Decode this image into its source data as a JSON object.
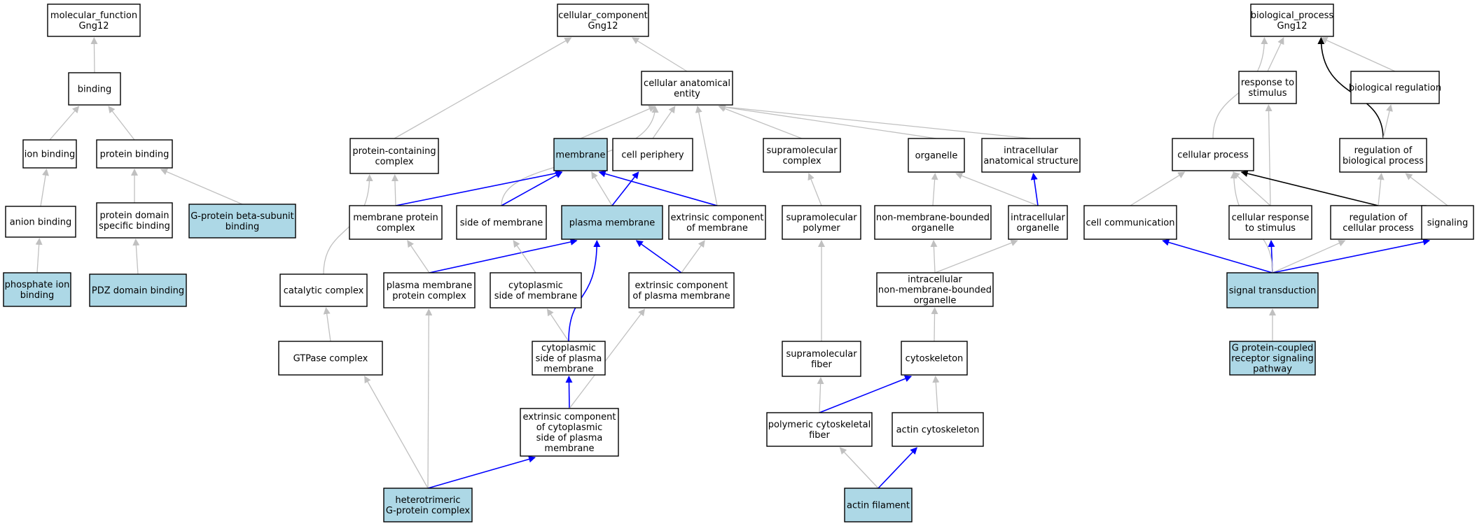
{
  "colors": {
    "highlight_fill": "#add8e6",
    "normal_fill": "#ffffff",
    "edge_gray": "#c0c0c0",
    "edge_blue": "#0000ff",
    "edge_black": "#000000"
  },
  "nodes": [
    {
      "id": "mf",
      "lines": [
        "molecular_function",
        "Gng12"
      ],
      "highlight": false
    },
    {
      "id": "binding",
      "lines": [
        "binding"
      ],
      "highlight": false
    },
    {
      "id": "ionb",
      "lines": [
        "ion binding"
      ],
      "highlight": false
    },
    {
      "id": "protb",
      "lines": [
        "protein binding"
      ],
      "highlight": false
    },
    {
      "id": "anionb",
      "lines": [
        "anion binding"
      ],
      "highlight": false
    },
    {
      "id": "pdsb",
      "lines": [
        "protein domain",
        "specific binding"
      ],
      "highlight": false
    },
    {
      "id": "gpbsb",
      "lines": [
        "G-protein beta-subunit",
        "binding"
      ],
      "highlight": true
    },
    {
      "id": "phosb",
      "lines": [
        "phosphate ion",
        "binding"
      ],
      "highlight": true
    },
    {
      "id": "pdzb",
      "lines": [
        "PDZ domain binding"
      ],
      "highlight": true
    },
    {
      "id": "cc",
      "lines": [
        "cellular_component",
        "Gng12"
      ],
      "highlight": false
    },
    {
      "id": "cae",
      "lines": [
        "cellular anatomical",
        "entity"
      ],
      "highlight": false
    },
    {
      "id": "pcc",
      "lines": [
        "protein-containing",
        "complex"
      ],
      "highlight": false
    },
    {
      "id": "mem",
      "lines": [
        "membrane"
      ],
      "highlight": true
    },
    {
      "id": "cper",
      "lines": [
        "cell periphery"
      ],
      "highlight": false
    },
    {
      "id": "supcx",
      "lines": [
        "supramolecular",
        "complex"
      ],
      "highlight": false
    },
    {
      "id": "org",
      "lines": [
        "organelle"
      ],
      "highlight": false
    },
    {
      "id": "iase",
      "lines": [
        "intracellular",
        "anatomical structure"
      ],
      "highlight": false
    },
    {
      "id": "mpc",
      "lines": [
        "membrane protein",
        "complex"
      ],
      "highlight": false
    },
    {
      "id": "som",
      "lines": [
        "side of membrane"
      ],
      "highlight": false
    },
    {
      "id": "pm",
      "lines": [
        "plasma membrane"
      ],
      "highlight": true
    },
    {
      "id": "ecom",
      "lines": [
        "extrinsic component",
        "of membrane"
      ],
      "highlight": false
    },
    {
      "id": "suppol",
      "lines": [
        "supramolecular",
        "polymer"
      ],
      "highlight": false
    },
    {
      "id": "nmbo",
      "lines": [
        "non-membrane-bounded",
        "organelle"
      ],
      "highlight": false
    },
    {
      "id": "io",
      "lines": [
        "intracellular",
        "organelle"
      ],
      "highlight": false
    },
    {
      "id": "catcx",
      "lines": [
        "catalytic complex"
      ],
      "highlight": false
    },
    {
      "id": "pmpc",
      "lines": [
        "plasma membrane",
        "protein complex"
      ],
      "highlight": false
    },
    {
      "id": "csom",
      "lines": [
        "cytoplasmic",
        "side of membrane"
      ],
      "highlight": false
    },
    {
      "id": "ecopm",
      "lines": [
        "extrinsic component",
        "of plasma membrane"
      ],
      "highlight": false
    },
    {
      "id": "inmbo",
      "lines": [
        "intracellular",
        "non-membrane-bounded",
        "organelle"
      ],
      "highlight": false
    },
    {
      "id": "gtpcx",
      "lines": [
        "GTPase complex"
      ],
      "highlight": false
    },
    {
      "id": "cspm",
      "lines": [
        "cytoplasmic",
        "side of plasma",
        "membrane"
      ],
      "highlight": false
    },
    {
      "id": "supfib",
      "lines": [
        "supramolecular",
        "fiber"
      ],
      "highlight": false
    },
    {
      "id": "cytosk",
      "lines": [
        "cytoskeleton"
      ],
      "highlight": false
    },
    {
      "id": "ecocspm",
      "lines": [
        "extrinsic component",
        "of cytoplasmic",
        "side of plasma",
        "membrane"
      ],
      "highlight": false
    },
    {
      "id": "pcf",
      "lines": [
        "polymeric cytoskeletal",
        "fiber"
      ],
      "highlight": false
    },
    {
      "id": "actsk",
      "lines": [
        "actin cytoskeleton"
      ],
      "highlight": false
    },
    {
      "id": "hgpc",
      "lines": [
        "heterotrimeric",
        "G-protein complex"
      ],
      "highlight": true
    },
    {
      "id": "actfil",
      "lines": [
        "actin filament"
      ],
      "highlight": true
    },
    {
      "id": "bp",
      "lines": [
        "biological_process",
        "Gng12"
      ],
      "highlight": false
    },
    {
      "id": "rts",
      "lines": [
        "response to",
        "stimulus"
      ],
      "highlight": false
    },
    {
      "id": "breg",
      "lines": [
        "biological regulation"
      ],
      "highlight": false
    },
    {
      "id": "cproc",
      "lines": [
        "cellular process"
      ],
      "highlight": false
    },
    {
      "id": "rbp",
      "lines": [
        "regulation of",
        "biological process"
      ],
      "highlight": false
    },
    {
      "id": "ccomm",
      "lines": [
        "cell communication"
      ],
      "highlight": false
    },
    {
      "id": "crts",
      "lines": [
        "cellular response",
        "to stimulus"
      ],
      "highlight": false
    },
    {
      "id": "rcp",
      "lines": [
        "regulation of",
        "cellular process"
      ],
      "highlight": false
    },
    {
      "id": "sig",
      "lines": [
        "signaling"
      ],
      "highlight": false
    },
    {
      "id": "sigtr",
      "lines": [
        "signal transduction"
      ],
      "highlight": true
    },
    {
      "id": "gpcr",
      "lines": [
        "G protein-coupled",
        "receptor signaling",
        "pathway"
      ],
      "highlight": true
    }
  ],
  "edges": [
    {
      "from": "binding",
      "to": "mf",
      "color": "gray"
    },
    {
      "from": "ionb",
      "to": "binding",
      "color": "gray"
    },
    {
      "from": "protb",
      "to": "binding",
      "color": "gray"
    },
    {
      "from": "anionb",
      "to": "ionb",
      "color": "gray"
    },
    {
      "from": "pdsb",
      "to": "protb",
      "color": "gray"
    },
    {
      "from": "gpbsb",
      "to": "protb",
      "color": "gray"
    },
    {
      "from": "phosb",
      "to": "anionb",
      "color": "gray"
    },
    {
      "from": "pdzb",
      "to": "pdsb",
      "color": "gray"
    },
    {
      "from": "pcc",
      "to": "cc",
      "color": "gray"
    },
    {
      "from": "cae",
      "to": "cc",
      "color": "gray"
    },
    {
      "from": "mem",
      "to": "cae",
      "color": "gray"
    },
    {
      "from": "cper",
      "to": "cae",
      "color": "gray"
    },
    {
      "from": "supcx",
      "to": "cae",
      "color": "gray"
    },
    {
      "from": "org",
      "to": "cae",
      "color": "gray"
    },
    {
      "from": "iase",
      "to": "cae",
      "color": "gray"
    },
    {
      "from": "som",
      "to": "cae",
      "color": "gray",
      "curve": true
    },
    {
      "from": "ecom",
      "to": "cae",
      "color": "gray"
    },
    {
      "from": "mpc",
      "to": "pcc",
      "color": "gray"
    },
    {
      "from": "mpc",
      "to": "mem",
      "color": "blue"
    },
    {
      "from": "som",
      "to": "mem",
      "color": "blue"
    },
    {
      "from": "pm",
      "to": "mem",
      "color": "gray"
    },
    {
      "from": "pm",
      "to": "cper",
      "color": "blue"
    },
    {
      "from": "ecom",
      "to": "mem",
      "color": "blue"
    },
    {
      "from": "suppol",
      "to": "supcx",
      "color": "gray"
    },
    {
      "from": "nmbo",
      "to": "org",
      "color": "gray"
    },
    {
      "from": "io",
      "to": "org",
      "color": "gray"
    },
    {
      "from": "io",
      "to": "iase",
      "color": "blue"
    },
    {
      "from": "catcx",
      "to": "pcc",
      "color": "gray",
      "curve": true
    },
    {
      "from": "pmpc",
      "to": "mpc",
      "color": "gray"
    },
    {
      "from": "pmpc",
      "to": "pm",
      "color": "blue"
    },
    {
      "from": "csom",
      "to": "som",
      "color": "gray"
    },
    {
      "from": "ecopm",
      "to": "pm",
      "color": "blue"
    },
    {
      "from": "ecopm",
      "to": "ecom",
      "color": "gray"
    },
    {
      "from": "inmbo",
      "to": "nmbo",
      "color": "gray"
    },
    {
      "from": "inmbo",
      "to": "io",
      "color": "gray"
    },
    {
      "from": "gtpcx",
      "to": "catcx",
      "color": "gray"
    },
    {
      "from": "cspm",
      "to": "csom",
      "color": "gray"
    },
    {
      "from": "cspm",
      "to": "pm",
      "color": "blue",
      "curve": true
    },
    {
      "from": "supfib",
      "to": "suppol",
      "color": "gray"
    },
    {
      "from": "cytosk",
      "to": "inmbo",
      "color": "gray"
    },
    {
      "from": "ecocspm",
      "to": "cspm",
      "color": "blue"
    },
    {
      "from": "ecocspm",
      "to": "ecopm",
      "color": "gray"
    },
    {
      "from": "pcf",
      "to": "supfib",
      "color": "gray"
    },
    {
      "from": "pcf",
      "to": "cytosk",
      "color": "blue"
    },
    {
      "from": "actsk",
      "to": "cytosk",
      "color": "gray"
    },
    {
      "from": "hgpc",
      "to": "gtpcx",
      "color": "gray"
    },
    {
      "from": "hgpc",
      "to": "pmpc",
      "color": "gray"
    },
    {
      "from": "hgpc",
      "to": "ecocspm",
      "color": "blue"
    },
    {
      "from": "actfil",
      "to": "pcf",
      "color": "gray"
    },
    {
      "from": "actfil",
      "to": "actsk",
      "color": "blue"
    },
    {
      "from": "cproc",
      "to": "bp",
      "color": "gray",
      "curve": true
    },
    {
      "from": "rts",
      "to": "bp",
      "color": "gray"
    },
    {
      "from": "breg",
      "to": "bp",
      "color": "gray"
    },
    {
      "from": "rbp",
      "to": "bp",
      "color": "black",
      "curve": true
    },
    {
      "from": "rbp",
      "to": "breg",
      "color": "gray"
    },
    {
      "from": "ccomm",
      "to": "cproc",
      "color": "gray"
    },
    {
      "from": "crts",
      "to": "cproc",
      "color": "gray"
    },
    {
      "from": "crts",
      "to": "rts",
      "color": "gray"
    },
    {
      "from": "rcp",
      "to": "cproc",
      "color": "black"
    },
    {
      "from": "rcp",
      "to": "rbp",
      "color": "gray"
    },
    {
      "from": "sig",
      "to": "rbp",
      "color": "gray"
    },
    {
      "from": "sigtr",
      "to": "ccomm",
      "color": "blue"
    },
    {
      "from": "sigtr",
      "to": "crts",
      "color": "blue"
    },
    {
      "from": "sigtr",
      "to": "rcp",
      "color": "gray"
    },
    {
      "from": "sigtr",
      "to": "sig",
      "color": "blue"
    },
    {
      "from": "sigtr",
      "to": "cproc",
      "color": "gray",
      "curve": true
    },
    {
      "from": "gpcr",
      "to": "sigtr",
      "color": "gray"
    }
  ]
}
